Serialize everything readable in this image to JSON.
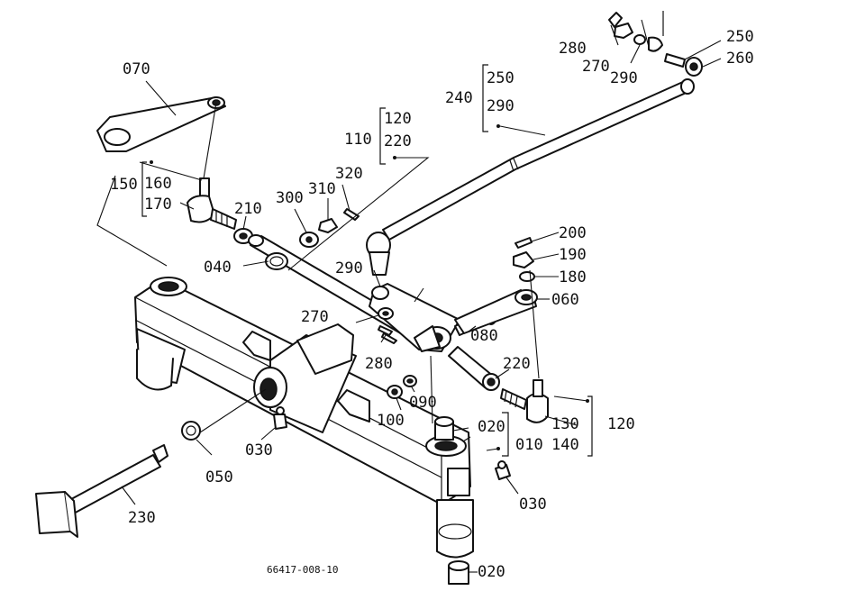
{
  "drawing_number": "66417-008-10",
  "labels": {
    "p070": "070",
    "p150": "150",
    "p160": "160",
    "p170": "170",
    "p210a": "210",
    "p300": "300",
    "p310": "310",
    "p320": "320",
    "p040": "040",
    "p110": "110",
    "p120a": "120",
    "p220a": "220",
    "p240": "240",
    "p250a": "250",
    "p290a": "290",
    "p280a": "280",
    "p270a": "270",
    "p290b": "290",
    "p250b": "250",
    "p260": "260",
    "p200": "200",
    "p190": "190",
    "p180": "180",
    "p060": "060",
    "p290c": "290",
    "p270b": "270",
    "p080": "080",
    "p280b": "280",
    "p220b": "220",
    "p090": "090",
    "p100": "100",
    "p020a": "020",
    "p010": "010",
    "p130": "130",
    "p120b": "120",
    "p140": "140",
    "p030a": "030",
    "p050": "050",
    "p030b": "030",
    "p230": "230",
    "p020b": "020"
  }
}
